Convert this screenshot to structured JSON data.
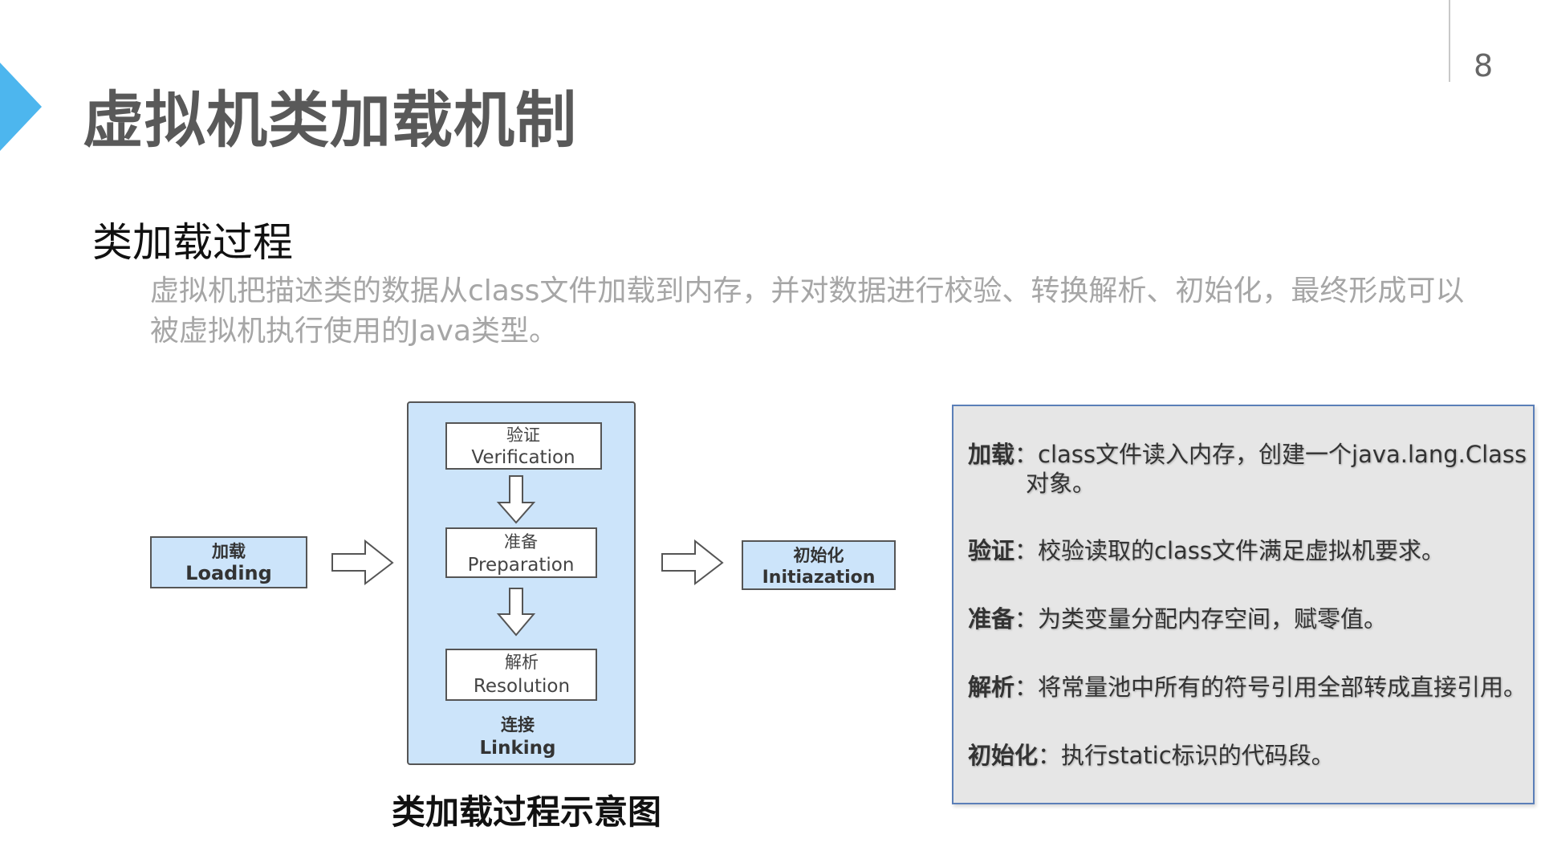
{
  "page": {
    "title": "虚拟机类加载机制",
    "page_number": "8",
    "accent_color": "#4db6ee"
  },
  "section": {
    "subtitle": "类加载过程",
    "description": "虚拟机把描述类的数据从class文件加载到内存，并对数据进行校验、转换解析、初始化，最终形成可以被虚拟机执行使用的Java类型。"
  },
  "diagram": {
    "loading": {
      "cn": "加载",
      "en": "Loading"
    },
    "verification": {
      "cn": "验证",
      "en": "Verification"
    },
    "preparation": {
      "cn": "准备",
      "en": "Preparation"
    },
    "resolution": {
      "cn": "解析",
      "en": "Resolution"
    },
    "linking": {
      "cn": "连接",
      "en": "Linking"
    },
    "initialization": {
      "cn": "初始化",
      "en": "Initiazation"
    },
    "caption": "类加载过程示意图",
    "box_fill": "#cce4fa",
    "box_stroke": "#555555"
  },
  "info_panel": {
    "items": [
      {
        "term": "加载",
        "sep": "：",
        "text": "class文件读入内存，创建一个java.lang.Class",
        "cont": "对象。"
      },
      {
        "term": "验证",
        "sep": "：",
        "text": "校验读取的class文件满足虚拟机要求。"
      },
      {
        "term": "准备",
        "sep": "：",
        "text": "为类变量分配内存空间，赋零值。"
      },
      {
        "term": "解析",
        "sep": "：",
        "text": "将常量池中所有的符号引用全部转成直接引用。"
      },
      {
        "term": "初始化",
        "sep": "：",
        "text": "执行static标识的代码段。"
      }
    ]
  }
}
